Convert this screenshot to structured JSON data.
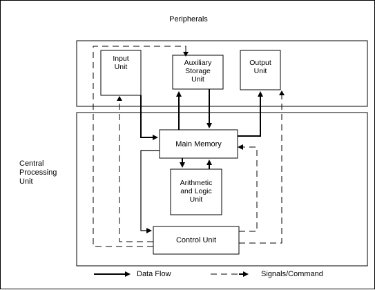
{
  "diagram": {
    "peripherals_label": "Peripherals",
    "cpu_label": "Central\nProcessing\nUnit",
    "boxes": {
      "input_unit": "Input\nUnit",
      "auxiliary_storage": "Auxiliary\nStorage\nUnit",
      "output_unit": "Output\nUnit",
      "main_memory": "Main Memory",
      "alu": "Arithmetic\nand Logic\nUnit",
      "control_unit": "Control Unit"
    },
    "legend": {
      "data_flow": "Data Flow",
      "signals_command": "Signals/Command"
    }
  }
}
